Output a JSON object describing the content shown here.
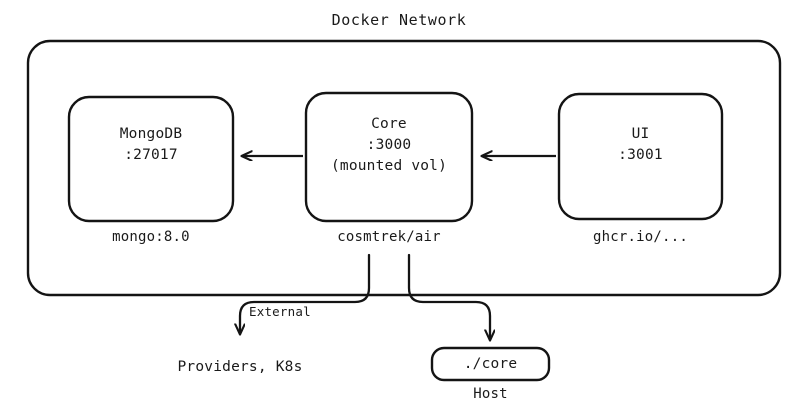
{
  "diagram": {
    "title": "Docker Network",
    "network": {
      "label": "Docker Network",
      "nodes": [
        {
          "id": "mongodb",
          "lines": [
            "MongoDB",
            ":27017"
          ],
          "line1": "MongoDB",
          "line2": ":27017",
          "caption": "mongo:8.0"
        },
        {
          "id": "core",
          "lines": [
            "Core",
            ":3000",
            "(mounted vol)"
          ],
          "line1": "Core",
          "line2": ":3000",
          "line3": "(mounted vol)",
          "caption": "cosmtrek/air"
        },
        {
          "id": "ui",
          "lines": [
            "UI",
            ":3001"
          ],
          "line1": "UI",
          "line2": ":3001",
          "caption": "ghcr.io/..."
        }
      ]
    },
    "external": {
      "providers_label": "Providers, K8s",
      "edge_label": "External",
      "host_box_label": "./core",
      "host_caption": "Host"
    },
    "edges": [
      {
        "from": "core",
        "to": "mongodb",
        "direction": "left",
        "label": ""
      },
      {
        "from": "ui",
        "to": "core",
        "direction": "left",
        "label": ""
      },
      {
        "from": "core",
        "to": "providers",
        "direction": "down",
        "label": "External"
      },
      {
        "from": "core",
        "to": "host",
        "direction": "down",
        "label": ""
      }
    ],
    "colors": {
      "stroke": "#141414",
      "background": "#ffffff",
      "text": "#1a1a1a"
    }
  }
}
